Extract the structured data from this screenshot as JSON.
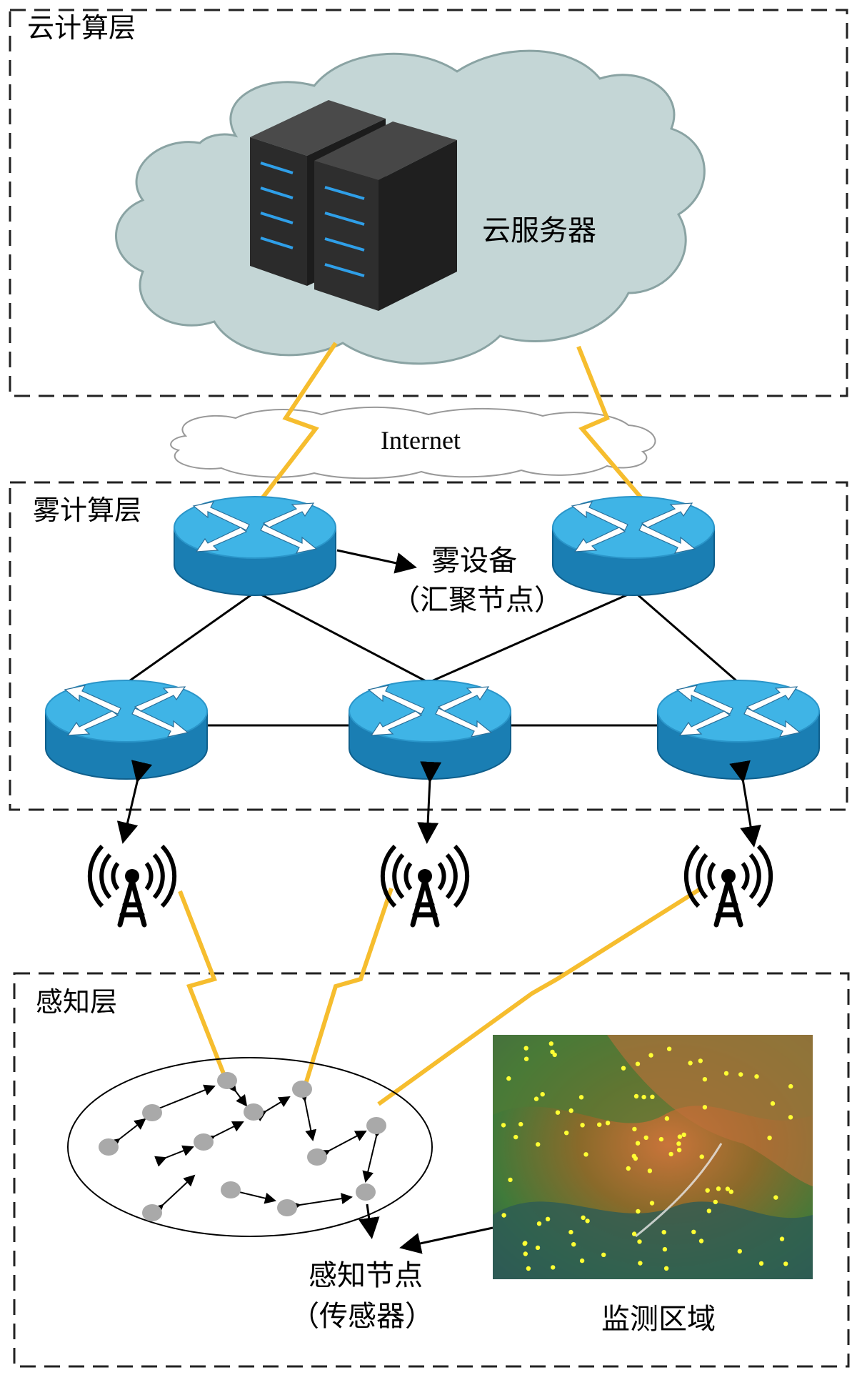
{
  "layers": {
    "cloud": {
      "title": "云计算层"
    },
    "fog": {
      "title": "雾计算层"
    },
    "sensing": {
      "title": "感知层"
    }
  },
  "labels": {
    "cloud_server": "云服务器",
    "internet": "Internet",
    "fog_device_line1": "雾设备",
    "fog_device_line2": "（汇聚节点）",
    "sensor_node_line1": "感知节点",
    "sensor_node_line2": "（传感器）",
    "monitoring_area": "监测区域"
  },
  "colors": {
    "router_top": "#3fb4e6",
    "router_side": "#1a7eb3",
    "cloud_fill": "#c4d6d6",
    "lightning": "#f6bd2e",
    "sensor_node": "#a9a9a9",
    "server_body": "#2b2b2b",
    "server_led": "#2f9fe8",
    "terrain_dot": "#ffff33"
  },
  "icons": {
    "router": "router-icon",
    "server": "server-rack-icon",
    "antenna": "radio-tower-icon",
    "cloud": "cloud-icon"
  }
}
